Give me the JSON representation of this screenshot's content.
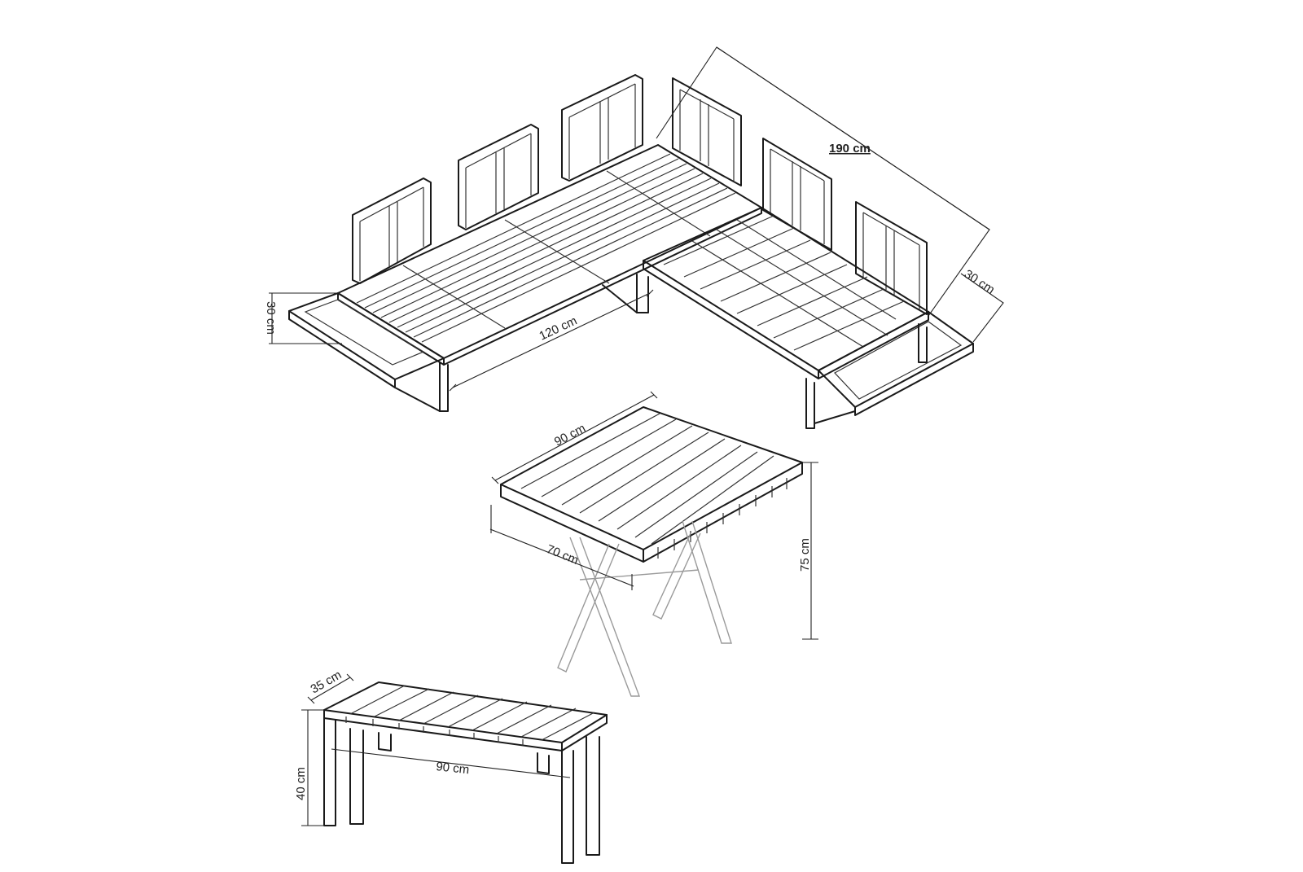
{
  "sofa": {
    "dim_length": "190 cm",
    "dim_depth": "30 cm",
    "dim_seat": "120 cm",
    "dim_height": "30 cm"
  },
  "table": {
    "dim_length": "90 cm",
    "dim_width": "70 cm",
    "dim_height": "75 cm"
  },
  "bench": {
    "dim_depth": "35 cm",
    "dim_length": "90 cm",
    "dim_height": "40 cm"
  },
  "colors": {
    "line": "#1a1a1a",
    "faint": "#9a9a9a",
    "background": "#ffffff"
  }
}
